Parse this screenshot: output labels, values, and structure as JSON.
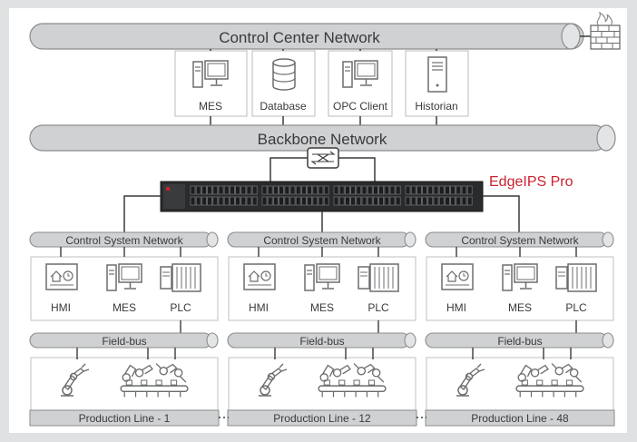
{
  "networks": {
    "control_center": "Control Center Network",
    "backbone": "Backbone Network"
  },
  "servers": [
    {
      "label": "MES",
      "icon": "workstation-icon"
    },
    {
      "label": "Database",
      "icon": "database-icon"
    },
    {
      "label": "OPC Client",
      "icon": "workstation-icon"
    },
    {
      "label": "Historian",
      "icon": "server-tower-icon"
    }
  ],
  "switch_label": "EdgeIPS Pro",
  "colors": {
    "accent": "#cc1f2e",
    "pipe": "#cfd1d3",
    "pipe_stroke": "#8a8c8e",
    "line": "#3a3a3a"
  },
  "segments": [
    {
      "control_network": "Control System Network",
      "devices": [
        "HMI",
        "MES",
        "PLC"
      ],
      "fieldbus": "Field-bus",
      "production_line": "Production Line - 1"
    },
    {
      "control_network": "Control System Network",
      "devices": [
        "HMI",
        "MES",
        "PLC"
      ],
      "fieldbus": "Field-bus",
      "production_line": "Production Line - 12"
    },
    {
      "control_network": "Control System Network",
      "devices": [
        "HMI",
        "MES",
        "PLC"
      ],
      "fieldbus": "Field-bus",
      "production_line": "Production Line - 48"
    }
  ]
}
